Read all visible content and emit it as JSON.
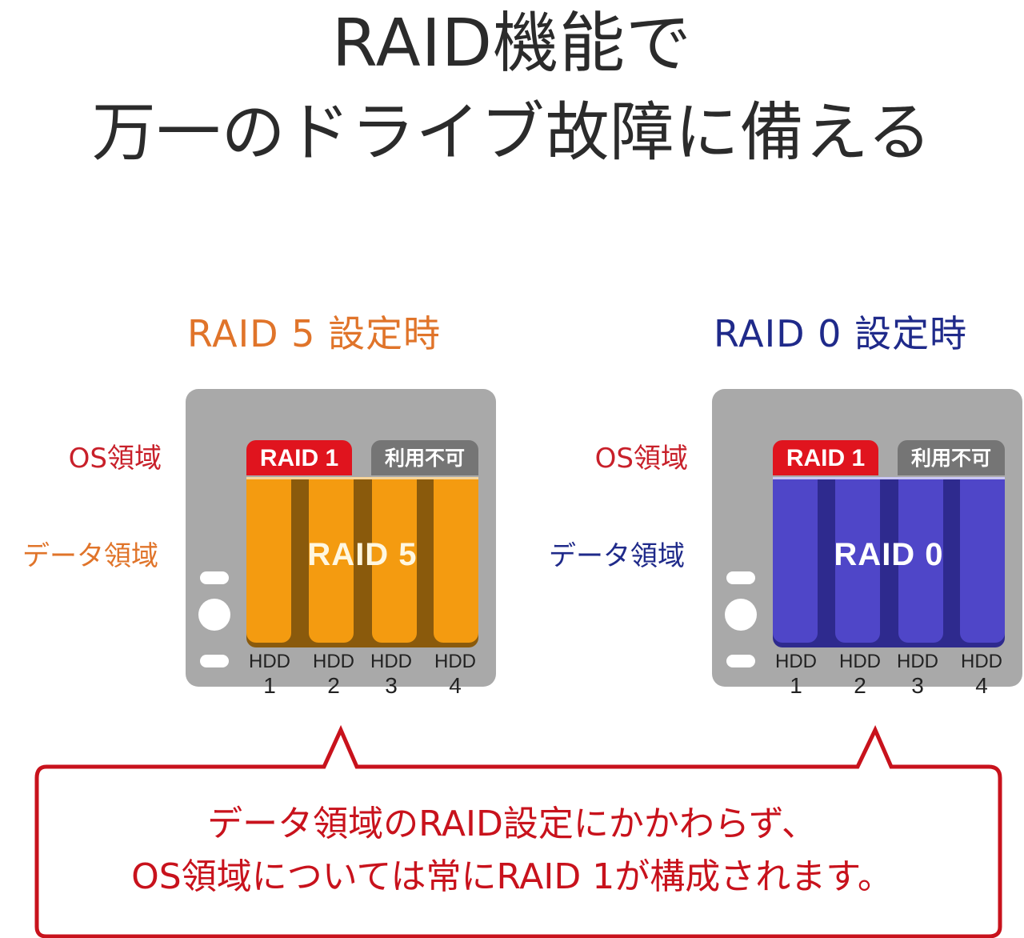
{
  "headline": {
    "line1": "RAID機能で",
    "line2": "万一のドライブ故障に備える"
  },
  "colors": {
    "raid5_accent": "#e0742a",
    "raid0_accent": "#1f2a8a",
    "os_red": "#c8202a",
    "raid1_badge": "#e0141e",
    "unavailable_badge": "#757575",
    "raid5_drive": "#f49b10",
    "raid0_drive": "#4f46c8",
    "enclosure_gray": "#a9a9a9",
    "callout_red": "#c8121c"
  },
  "panels": [
    {
      "title": "RAID 5 設定時",
      "os_area_label": "OS領域",
      "data_area_label": "データ領域",
      "os_badges": [
        "RAID 1",
        "利用不可"
      ],
      "data_raid_label": "RAID 5",
      "drives": [
        {
          "label": "HDD",
          "number": "1"
        },
        {
          "label": "HDD",
          "number": "2"
        },
        {
          "label": "HDD",
          "number": "3"
        },
        {
          "label": "HDD",
          "number": "4"
        }
      ]
    },
    {
      "title": "RAID 0 設定時",
      "os_area_label": "OS領域",
      "data_area_label": "データ領域",
      "os_badges": [
        "RAID 1",
        "利用不可"
      ],
      "data_raid_label": "RAID 0",
      "drives": [
        {
          "label": "HDD",
          "number": "1"
        },
        {
          "label": "HDD",
          "number": "2"
        },
        {
          "label": "HDD",
          "number": "3"
        },
        {
          "label": "HDD",
          "number": "4"
        }
      ]
    }
  ],
  "callout": {
    "line1": "データ領域のRAID設定にかかわらず、",
    "line2": "OS領域については常にRAID 1が構成されます。"
  }
}
